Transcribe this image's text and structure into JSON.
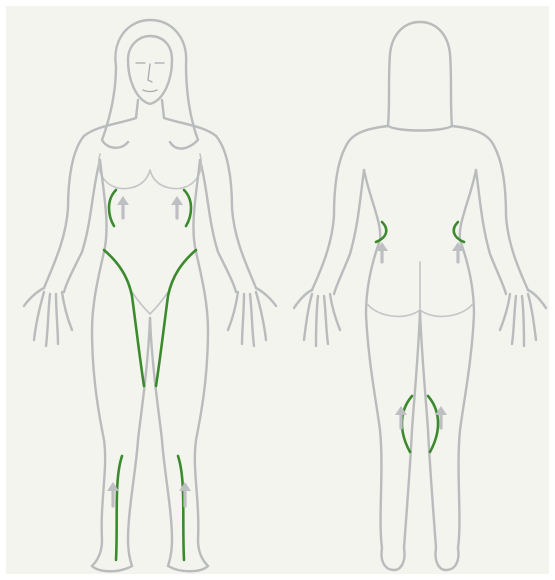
{
  "figures": [
    {
      "id": "front",
      "view": "front"
    },
    {
      "id": "back",
      "view": "back"
    }
  ],
  "colors": {
    "background": "#f3f4ee",
    "outline": "#b9bbbd",
    "drainage_line": "#3c8a2e",
    "arrow": "#bdbfc2"
  },
  "icons": [
    "arrow-up-icon"
  ]
}
